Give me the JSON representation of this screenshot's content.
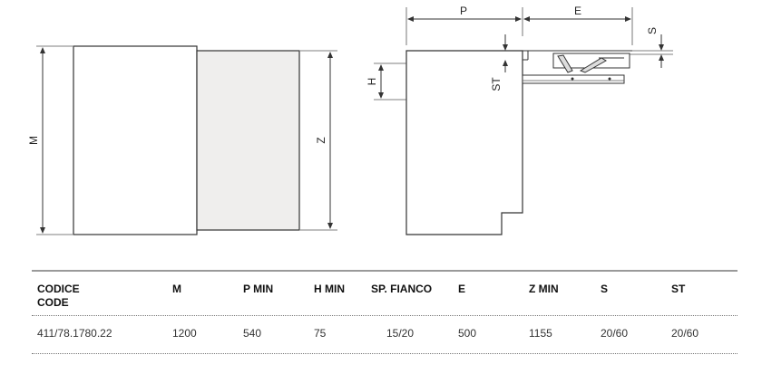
{
  "diagram": {
    "labels": {
      "m": "M",
      "z": "Z",
      "p": "P",
      "e": "E",
      "s": "S",
      "h": "H",
      "st": "ST"
    }
  },
  "table": {
    "headers": [
      {
        "line1": "CODICE",
        "line2": "CODE"
      },
      {
        "line1": "M",
        "line2": ""
      },
      {
        "line1": "P MIN",
        "line2": ""
      },
      {
        "line1": "H MIN",
        "line2": ""
      },
      {
        "line1": "SP. FIANCO",
        "line2": ""
      },
      {
        "line1": "E",
        "line2": ""
      },
      {
        "line1": "Z MIN",
        "line2": ""
      },
      {
        "line1": "S",
        "line2": ""
      },
      {
        "line1": "ST",
        "line2": ""
      }
    ],
    "row": [
      "411/78.1780.22",
      "1200",
      "540",
      "75",
      "15/20",
      "500",
      "1155",
      "20/60",
      "20/60"
    ]
  }
}
